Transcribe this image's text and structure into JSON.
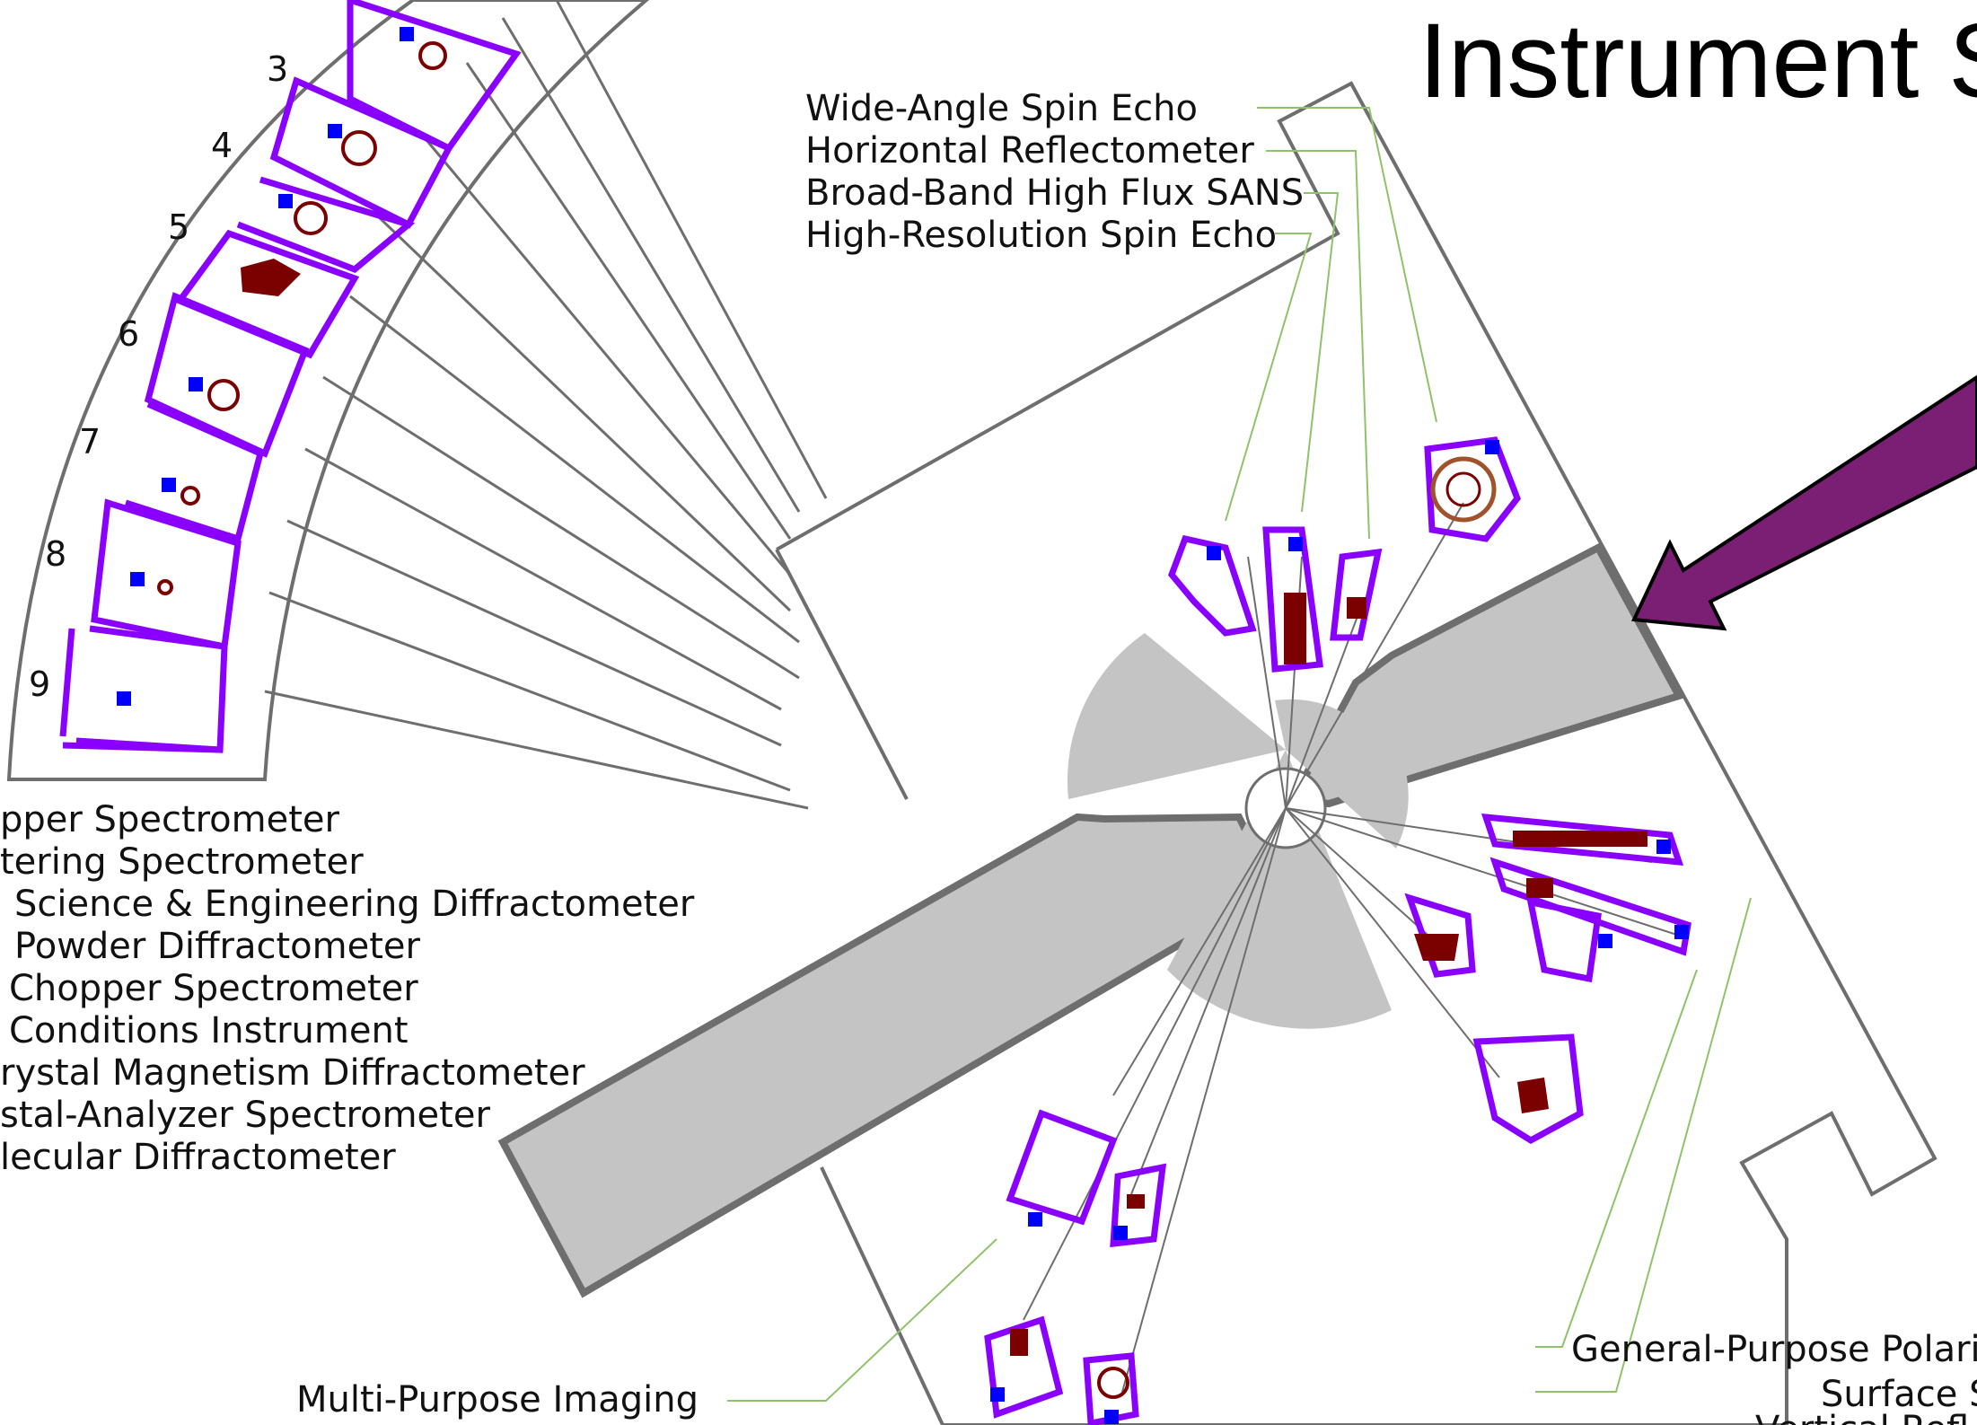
{
  "title": "Instrument Su",
  "colors": {
    "wall": "#8a00ff",
    "shielding": "#7b0000",
    "detector": "#0000ff",
    "outline": "#6e6e6e",
    "target_fill": "#c4c4c4",
    "leader": "#8fc36b",
    "arrow": "#7a1f73"
  },
  "labels_top": [
    "Wide-Angle Spin Echo",
    "Horizontal Reflectometer",
    "Broad-Band High Flux SANS",
    "High-Resolution Spin Echo"
  ],
  "labels_left": [
    "pper Spectrometer",
    "tering Spectrometer",
    "Science & Engineering Diffractometer",
    "Powder Diffractometer",
    "Chopper Spectrometer",
    "Conditions Instrument",
    "rystal Magnetism Diffractometer",
    "stal-Analyzer Spectrometer",
    "lecular Diffractometer"
  ],
  "label_bottom_left": "Multi-Purpose Imaging",
  "labels_bottom_right": [
    "General-Purpose Polari",
    "Surface S",
    "Vertical Refl"
  ],
  "hall_numbers": [
    "3",
    "4",
    "5",
    "6",
    "7",
    "8",
    "9"
  ]
}
